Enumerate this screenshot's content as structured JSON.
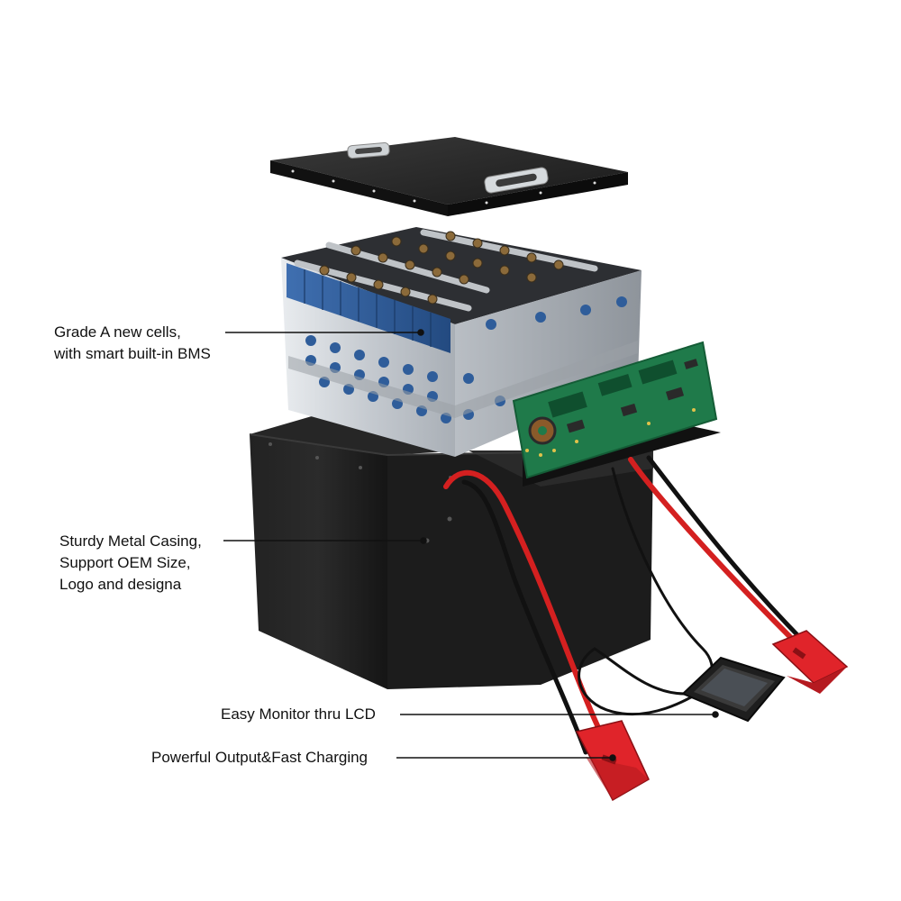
{
  "callouts": {
    "cells": {
      "line1": "Grade A new cells,",
      "line2": "with smart built-in BMS"
    },
    "casing": {
      "line1": "Sturdy Metal Casing,",
      "line2": "Support OEM Size,",
      "line3": "Logo and designa"
    },
    "lcd": {
      "text": "Easy Monitor thru LCD"
    },
    "output": {
      "text": "Powerful Output&Fast Charging"
    }
  },
  "colors": {
    "casing": "#1b1b1b",
    "cell_blue": "#2f5d9a",
    "frame_metal": "#c9cdd2",
    "pcb_green": "#1f7a4a",
    "cable_red": "#d42020",
    "connector_red": "#e0242a"
  }
}
